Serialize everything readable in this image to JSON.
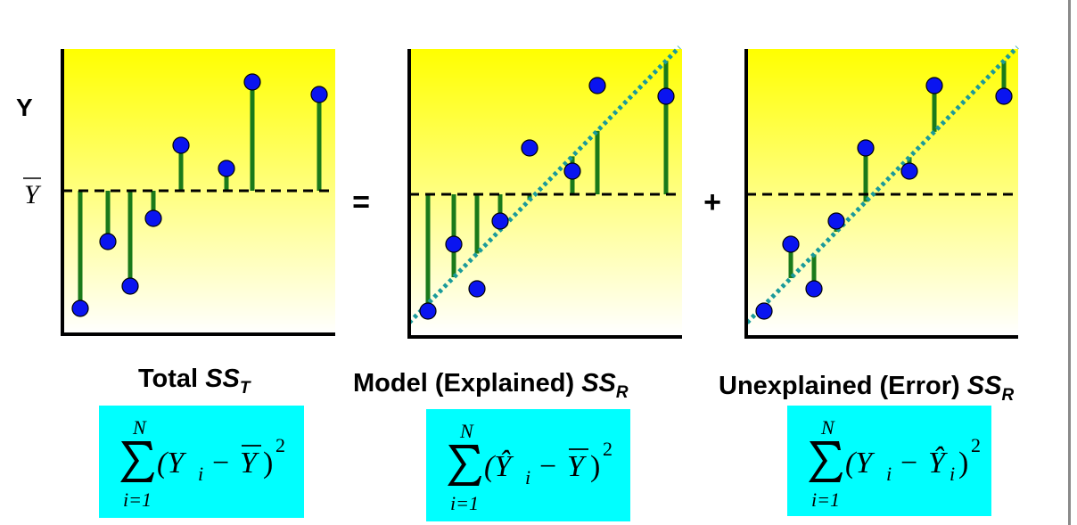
{
  "axis": {
    "y_label": "Y",
    "mean_label": "Y"
  },
  "operators": {
    "equals": "=",
    "plus": "+"
  },
  "colors": {
    "point": "#0a14f0",
    "point_outline": "#000000",
    "residual": "#1a7a1a",
    "mean_line": "#000000",
    "regression_line": "#1a9a9a",
    "gradient_top": "#ffff00",
    "gradient_bottom": "#ffffff",
    "formula_bg": "#00ffff"
  },
  "panels": [
    {
      "id": "total",
      "label_main": "Total",
      "label_ss": "SS",
      "label_sub": "T",
      "formula": {
        "upper": "N",
        "lower": "i=1",
        "term": "(Y",
        "term_sub": "i",
        "minus": "−",
        "ref": "Y",
        "ref_mark": "bar",
        "close": ")",
        "power": "2"
      }
    },
    {
      "id": "model",
      "label_main": "Model (Explained)",
      "label_ss": "SS",
      "label_sub": "R",
      "formula": {
        "upper": "N",
        "lower": "i=1",
        "term": "(Ŷ",
        "term_sub": "i",
        "minus": "−",
        "ref": "Y",
        "ref_mark": "bar",
        "close": ")",
        "power": "2"
      }
    },
    {
      "id": "unexplained",
      "label_main": "Unexplained (Error)",
      "label_ss": "SS",
      "label_sub": "R",
      "formula": {
        "upper": "N",
        "lower": "i=1",
        "term": "(Y",
        "term_sub": "i",
        "minus": "−",
        "ref": "Ŷ",
        "ref_sub": "i",
        "ref_mark": "hat",
        "close": ")",
        "power": "2"
      }
    }
  ]
}
